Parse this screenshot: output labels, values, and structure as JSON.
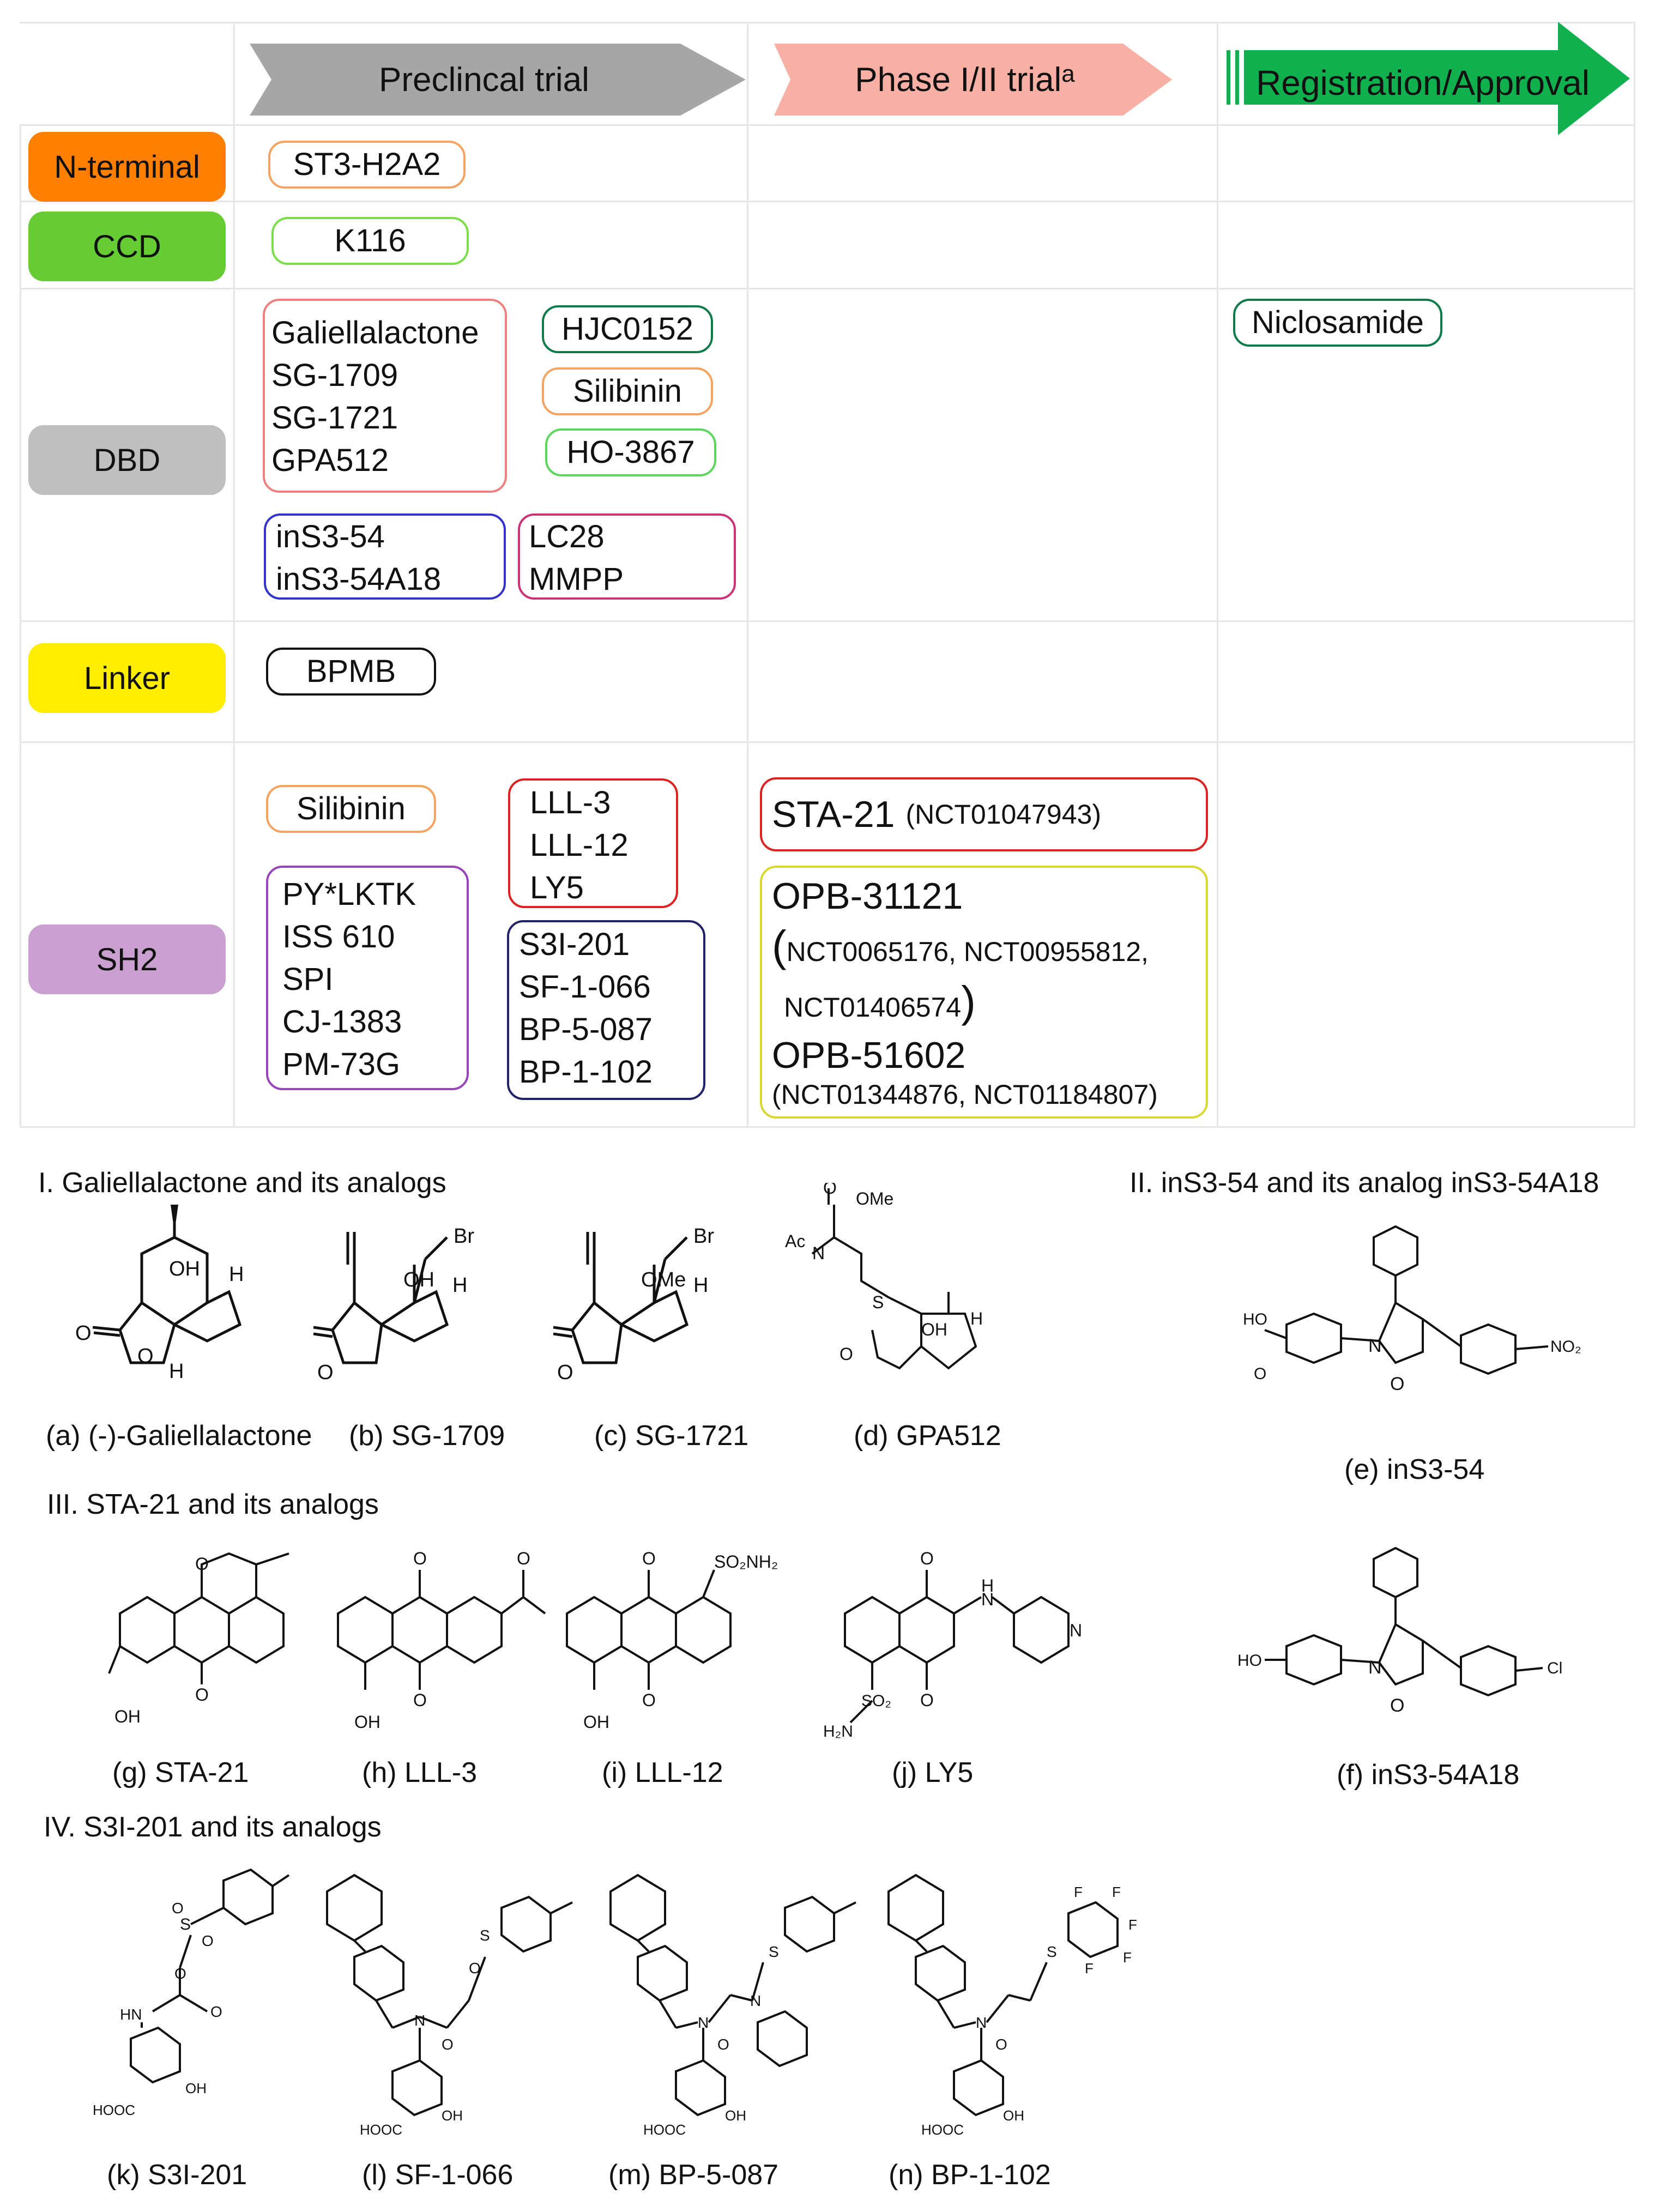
{
  "phases": [
    {
      "label": "Preclincal trial",
      "sup": ""
    },
    {
      "label": "Phase I/II trial ",
      "sup": "a"
    },
    {
      "label": "Registration/Approval",
      "sup": ""
    }
  ],
  "domains": [
    {
      "label": "N-terminal",
      "color": "#ff8000"
    },
    {
      "label": "CCD",
      "color": "#66cc33"
    },
    {
      "label": "DBD",
      "color": "#bfbfbf"
    },
    {
      "label": "Linker",
      "color": "#ffee00"
    },
    {
      "label": "SH2",
      "color": "#c9a0d0"
    }
  ],
  "colors": {
    "preclinical_arrow": "#a6a6a6",
    "phase_arrow": "#f8b0a4",
    "approval_arrow": "#11b04f"
  },
  "boxes": {
    "st3h2a2": [
      "ST3-H2A2"
    ],
    "k116": [
      "K116"
    ],
    "galiella": [
      "Galiellalactone",
      "SG-1709",
      "SG-1721",
      "GPA512"
    ],
    "hjc0152": [
      "HJC0152"
    ],
    "silibinin_dbd": [
      "Silibinin"
    ],
    "ho3867": [
      "HO-3867"
    ],
    "ins354": [
      "inS3-54",
      "inS3-54A18"
    ],
    "lc28": [
      "LC28",
      "MMPP"
    ],
    "niclosamide": [
      "Niclosamide"
    ],
    "bpmb": [
      "BPMB"
    ],
    "silibinin_sh2": [
      "Silibinin"
    ],
    "lll": [
      "LLL-3",
      "LLL-12",
      "LY5"
    ],
    "pylktk": [
      "PY*LKTK",
      "ISS 610",
      "SPI",
      "CJ-1383",
      "PM-73G"
    ],
    "s3i": [
      "S3I-201",
      "SF-1-066",
      "BP-5-087",
      "BP-1-102"
    ],
    "sta21": {
      "name": "STA-21",
      "trial": "(NCT01047943)"
    },
    "opb": {
      "name1": "OPB-31121",
      "paren_open": "(",
      "trials1a": "NCT0065176, NCT00955812,",
      "trials1b": "NCT01406574",
      "paren_close": ")",
      "name2": "OPB-51602",
      "trials2": "(NCT01344876, NCT01184807)"
    }
  },
  "sections": {
    "s1": "I. Galiellalactone and its analogs",
    "s2": "II. inS3-54 and its analog inS3-54A18",
    "s3": "III. STA-21 and its analogs",
    "s4": "IV. S3I-201 and its analogs"
  },
  "captions": {
    "a": "(a) (-)-Galiellalactone",
    "b": "(b) SG-1709",
    "c": "(c) SG-1721",
    "d": "(d) GPA512",
    "e": "(e) inS3-54",
    "f": "(f)  inS3-54A18",
    "g": "(g) STA-21",
    "h": "(h) LLL-3",
    "i": "(i)  LLL-12",
    "j": "(j)  LY5",
    "k": "(k) S3I-201",
    "l": "(l)  SF-1-066",
    "m": "(m) BP-5-087",
    "n": "(n) BP-1-102"
  },
  "atoms": {
    "OH": "OH",
    "H": "H",
    "O": "O",
    "Br": "Br",
    "OMe": "OMe",
    "Ac": "Ac",
    "N": "N",
    "S": "S",
    "HO": "HO",
    "NO2": "NO₂",
    "Cl": "Cl",
    "SO2NH2": "SO₂NH₂",
    "H2N": "H₂N",
    "SO2": "SO₂",
    "HN": "HN",
    "HOOC": "HOOC",
    "F": "F"
  }
}
